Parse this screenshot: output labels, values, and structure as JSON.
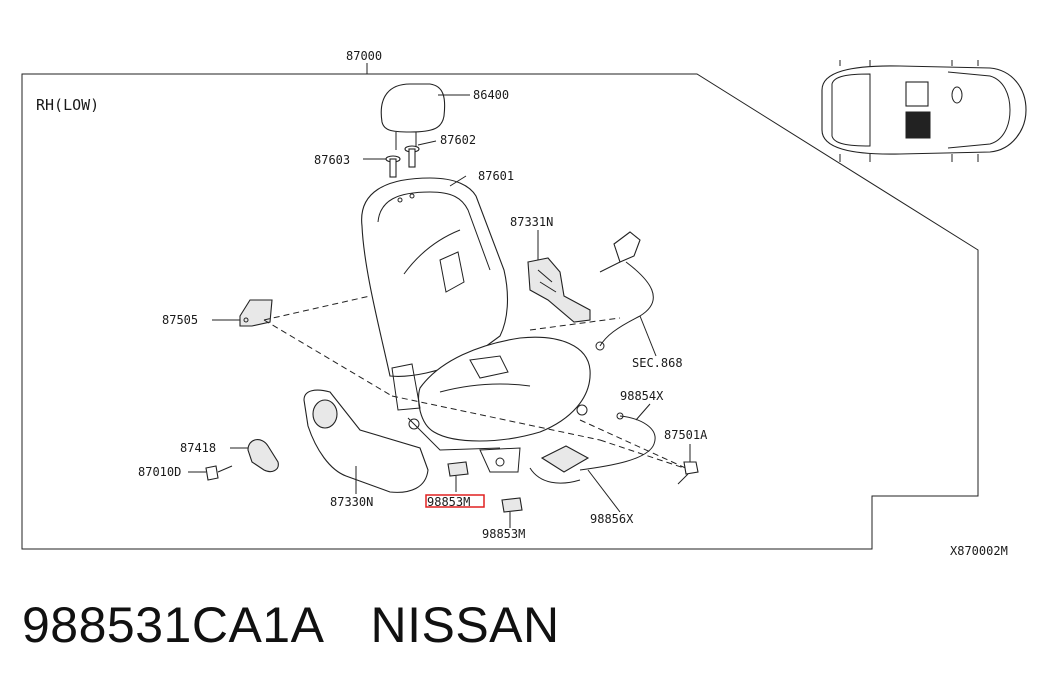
{
  "diagram": {
    "title_number": "87000",
    "variant_label": "RH(LOW)",
    "figure_code": "X870002M",
    "highlight_color": "#e02020",
    "labels": {
      "headrest": "86400",
      "guide_lock": "87602",
      "guide_free": "87603",
      "back_trim": "87601",
      "back_board": "87331N",
      "bracket": "87505",
      "harness_ref": "SEC.868",
      "sensor_harness": "98854X",
      "bolt": "87501A",
      "knob": "87418",
      "screw": "87010D",
      "side_finisher": "87330N",
      "sensor_highlighted": "98853M",
      "sensor": "98853M",
      "control_unit": "98856X"
    }
  },
  "footer": {
    "part_number": "988531CA1A",
    "brand": "NISSAN"
  }
}
